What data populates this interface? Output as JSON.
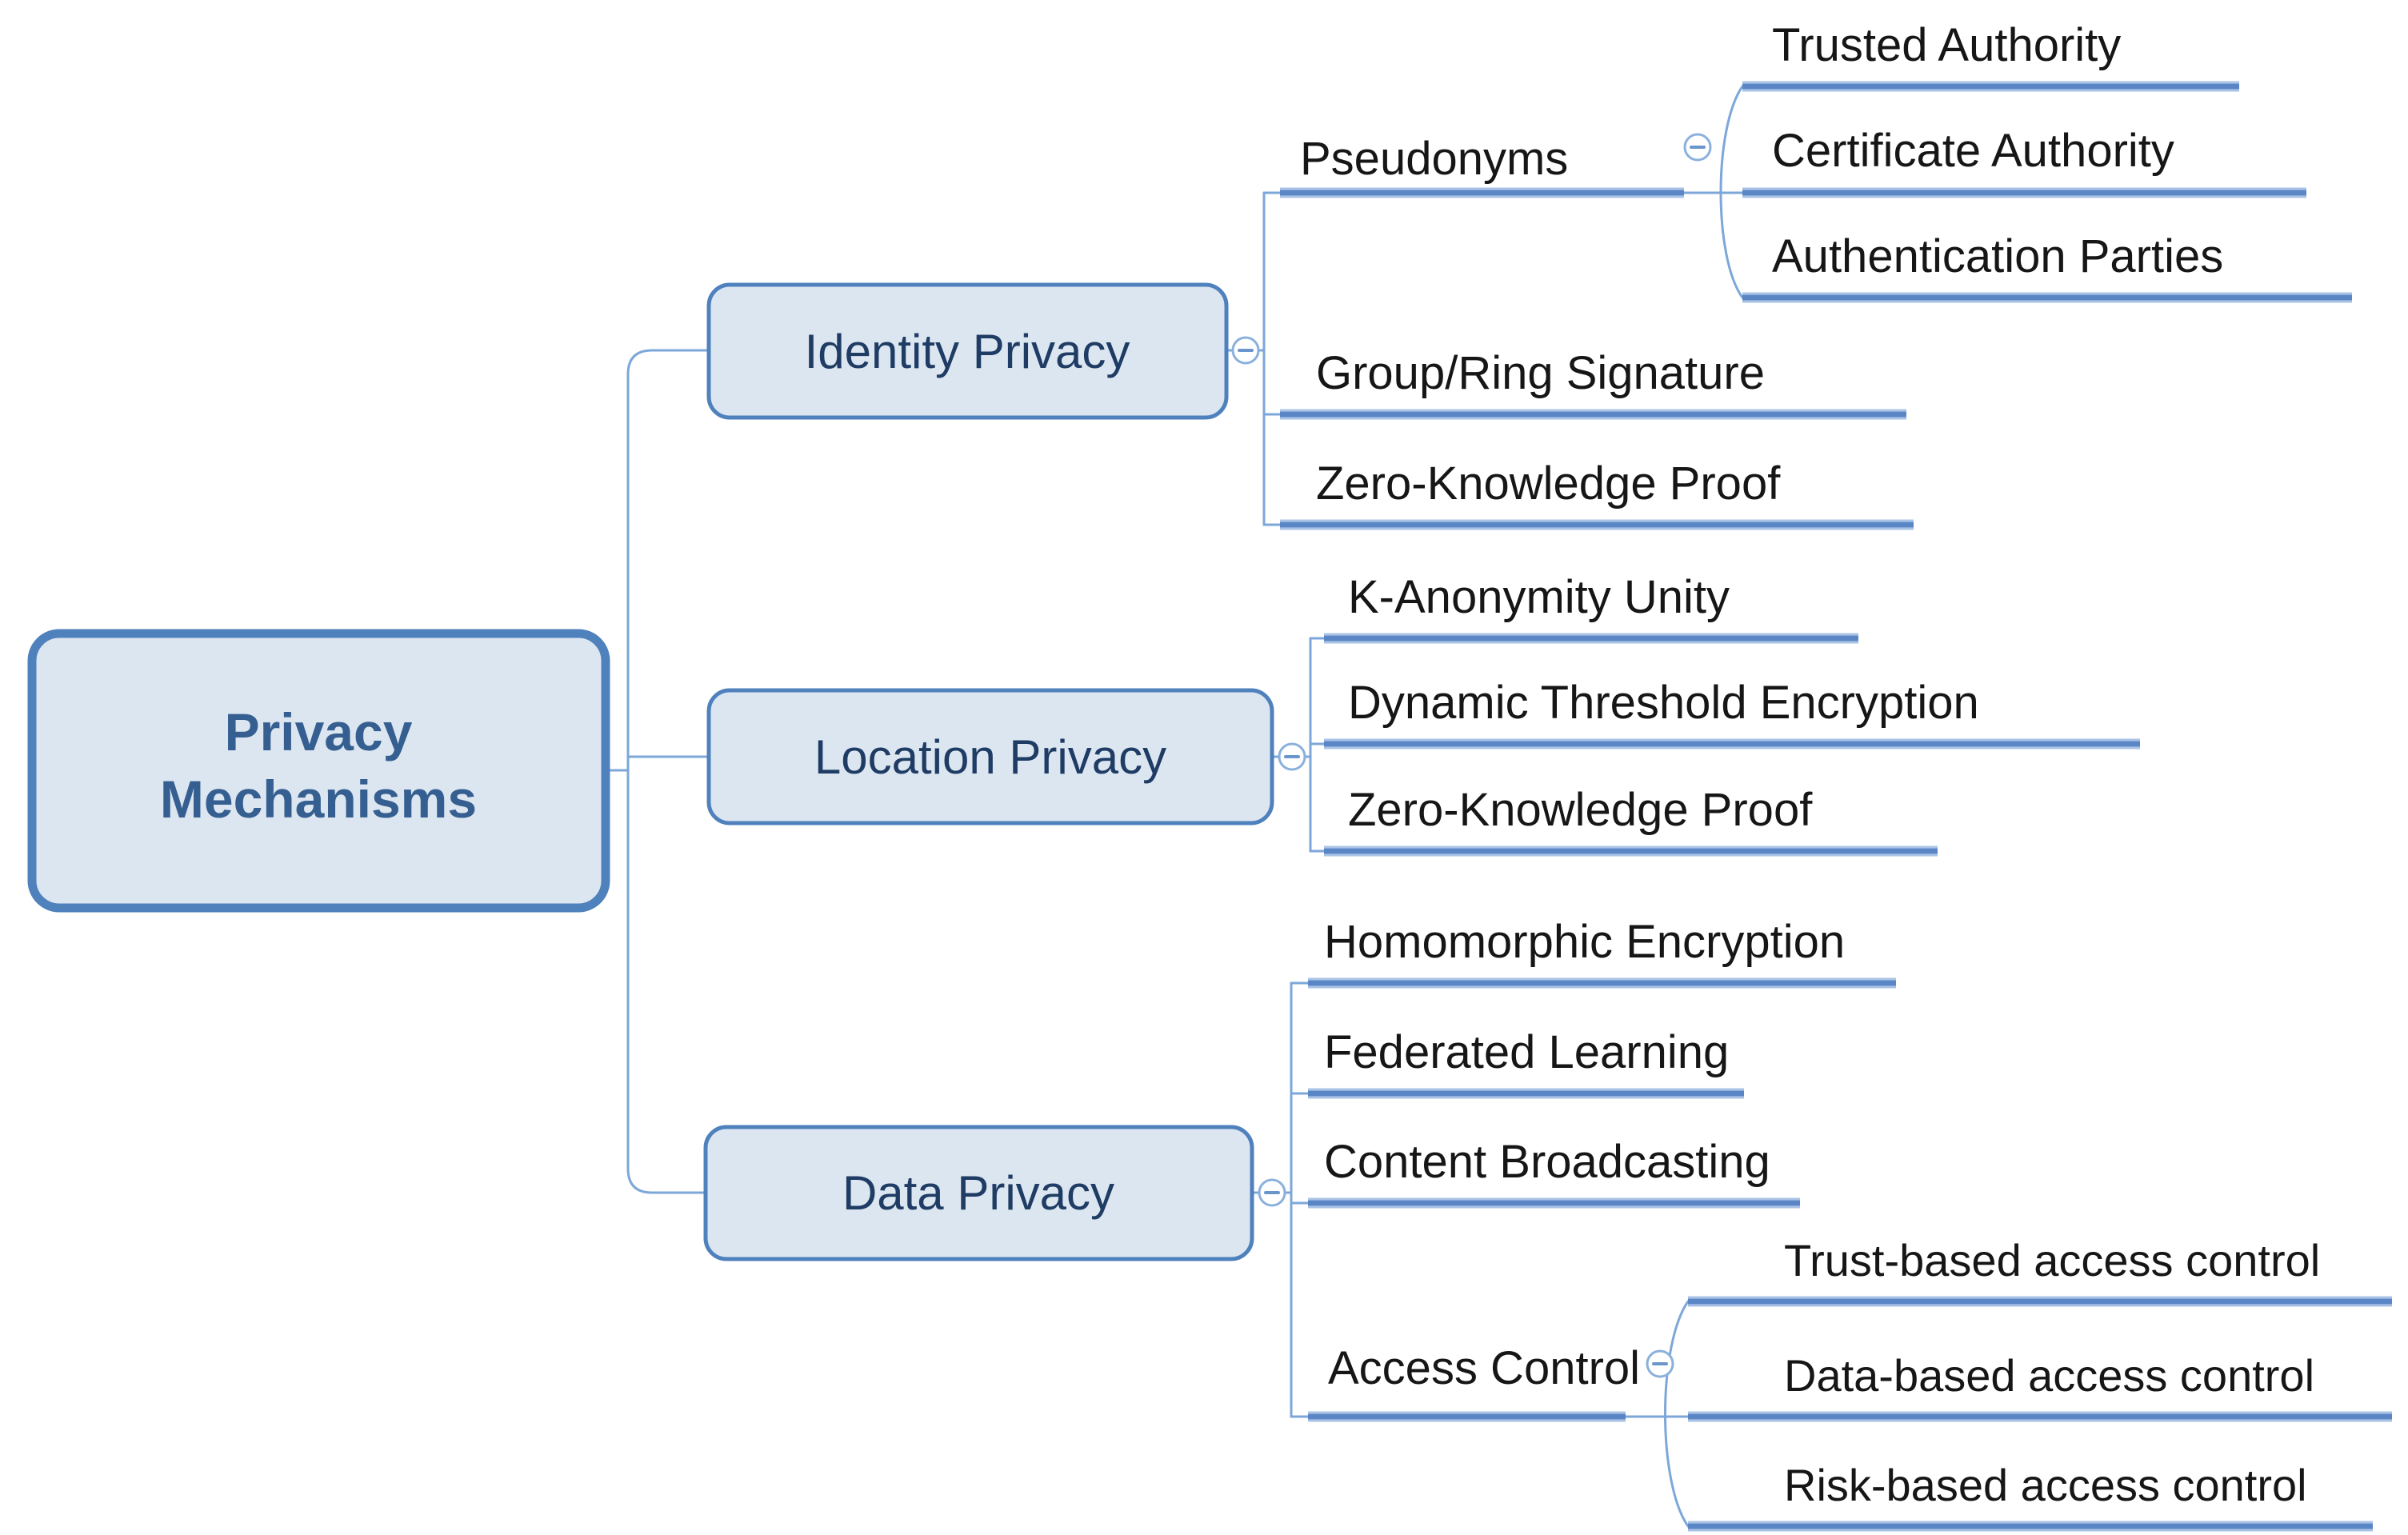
{
  "tree": {
    "root": {
      "label": "Privacy Mechanisms",
      "line1": "Privacy",
      "line2": "Mechanisms"
    },
    "branches": [
      {
        "label": "Identity Privacy",
        "children": [
          {
            "label": "Pseudonyms",
            "children": [
              {
                "label": "Trusted Authority"
              },
              {
                "label": "Certificate Authority"
              },
              {
                "label": "Authentication Parties"
              }
            ]
          },
          {
            "label": "Group/Ring Signature"
          },
          {
            "label": "Zero-Knowledge Proof"
          }
        ]
      },
      {
        "label": "Location Privacy",
        "children": [
          {
            "label": "K-Anonymity Unity"
          },
          {
            "label": "Dynamic Threshold Encryption"
          },
          {
            "label": "Zero-Knowledge Proof"
          }
        ]
      },
      {
        "label": "Data Privacy",
        "children": [
          {
            "label": "Homomorphic Encryption"
          },
          {
            "label": "Federated Learning"
          },
          {
            "label": "Content Broadcasting"
          },
          {
            "label": "Access Control",
            "children": [
              {
                "label": "Trust-based access control"
              },
              {
                "label": "Data-based access control"
              },
              {
                "label": "Risk-based access control"
              }
            ]
          }
        ]
      }
    ],
    "toggle_icon": "minus"
  },
  "colors": {
    "box_fill": "#dce6f1",
    "box_border": "#4f81bd",
    "root_text": "#365f91",
    "branch_text": "#1f3c64",
    "leaf_text": "#161616",
    "connector": "#7da7d9",
    "bar_mid": "#5b86c5",
    "bar_edge": "#a9c3e6",
    "toggle_ring": "#8ab0dc",
    "toggle_minus": "#6b96cc"
  }
}
